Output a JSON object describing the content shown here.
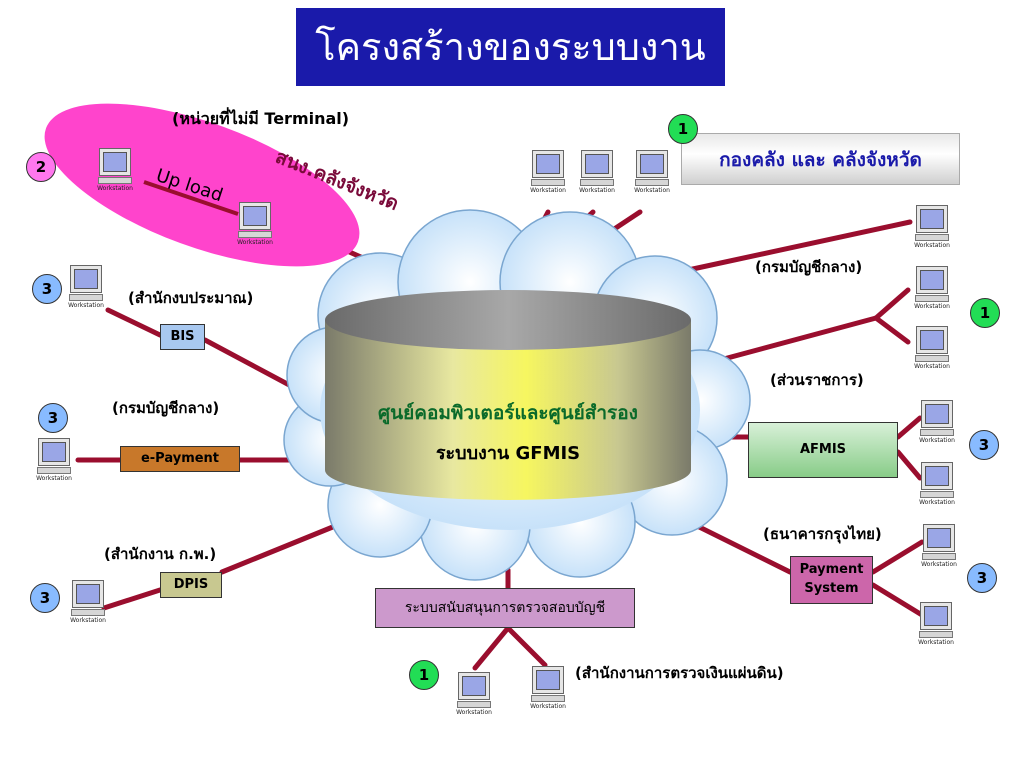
{
  "title": "โครงสร้างของระบบงาน",
  "center": {
    "line1": "ศูนย์คอมพิวเตอร์และศูนย์สำรอง",
    "line2": "ระบบงาน GFMIS"
  },
  "upload_group": {
    "note": "(หน่วยที่ไม่มี Terminal)",
    "upload_label": "Up load",
    "office_label": "สนง.คลังจังหวัด",
    "badge": "2"
  },
  "top_right": {
    "header": "กองคลัง และ คลังจังหวัด",
    "badge": "1"
  },
  "labels": {
    "budget_bureau": "(สำนักงบประมาณ)",
    "comptroller_left": "(กรมบัญชีกลาง)",
    "ocsc": "(สำนักงาน ก.พ.)",
    "comptroller_right": "(กรมบัญชีกลาง)",
    "agencies": "(ส่วนราชการ)",
    "ktb": "(ธนาคารกรุงไทย)",
    "oag": "(สำนักงานการตรวจเงินแผ่นดิน)"
  },
  "systems": {
    "bis": "BIS",
    "epayment": "e-Payment",
    "dpis": "DPIS",
    "afmis": "AFMIS",
    "payment_line1": "Payment",
    "payment_line2": "System",
    "audit": "ระบบสนับสนุนการตรวจสอบบัญชี"
  },
  "badges": {
    "bis": "3",
    "epayment": "3",
    "dpis": "3",
    "agencies": "1",
    "afmis": "3",
    "payment": "3",
    "oag": "1"
  },
  "workstation_caption": "Workstation",
  "colors": {
    "title_bg": "#1a1aaa",
    "connector": "#9a0e2e",
    "badge_green": "#22dd55",
    "badge_blue": "#88bbff",
    "badge_pink": "#ff77ee",
    "ellipse_pink": "#ff44cc",
    "cloud": "#cfe6fb",
    "bis_box": "#a8c8f0",
    "epayment_box": "#c8782a",
    "dpis_box": "#c8c890",
    "afmis_box": "#aaddaa",
    "payment_box": "#cc66aa",
    "audit_box": "#cc99cc",
    "header_text": "#1a1aaa"
  }
}
